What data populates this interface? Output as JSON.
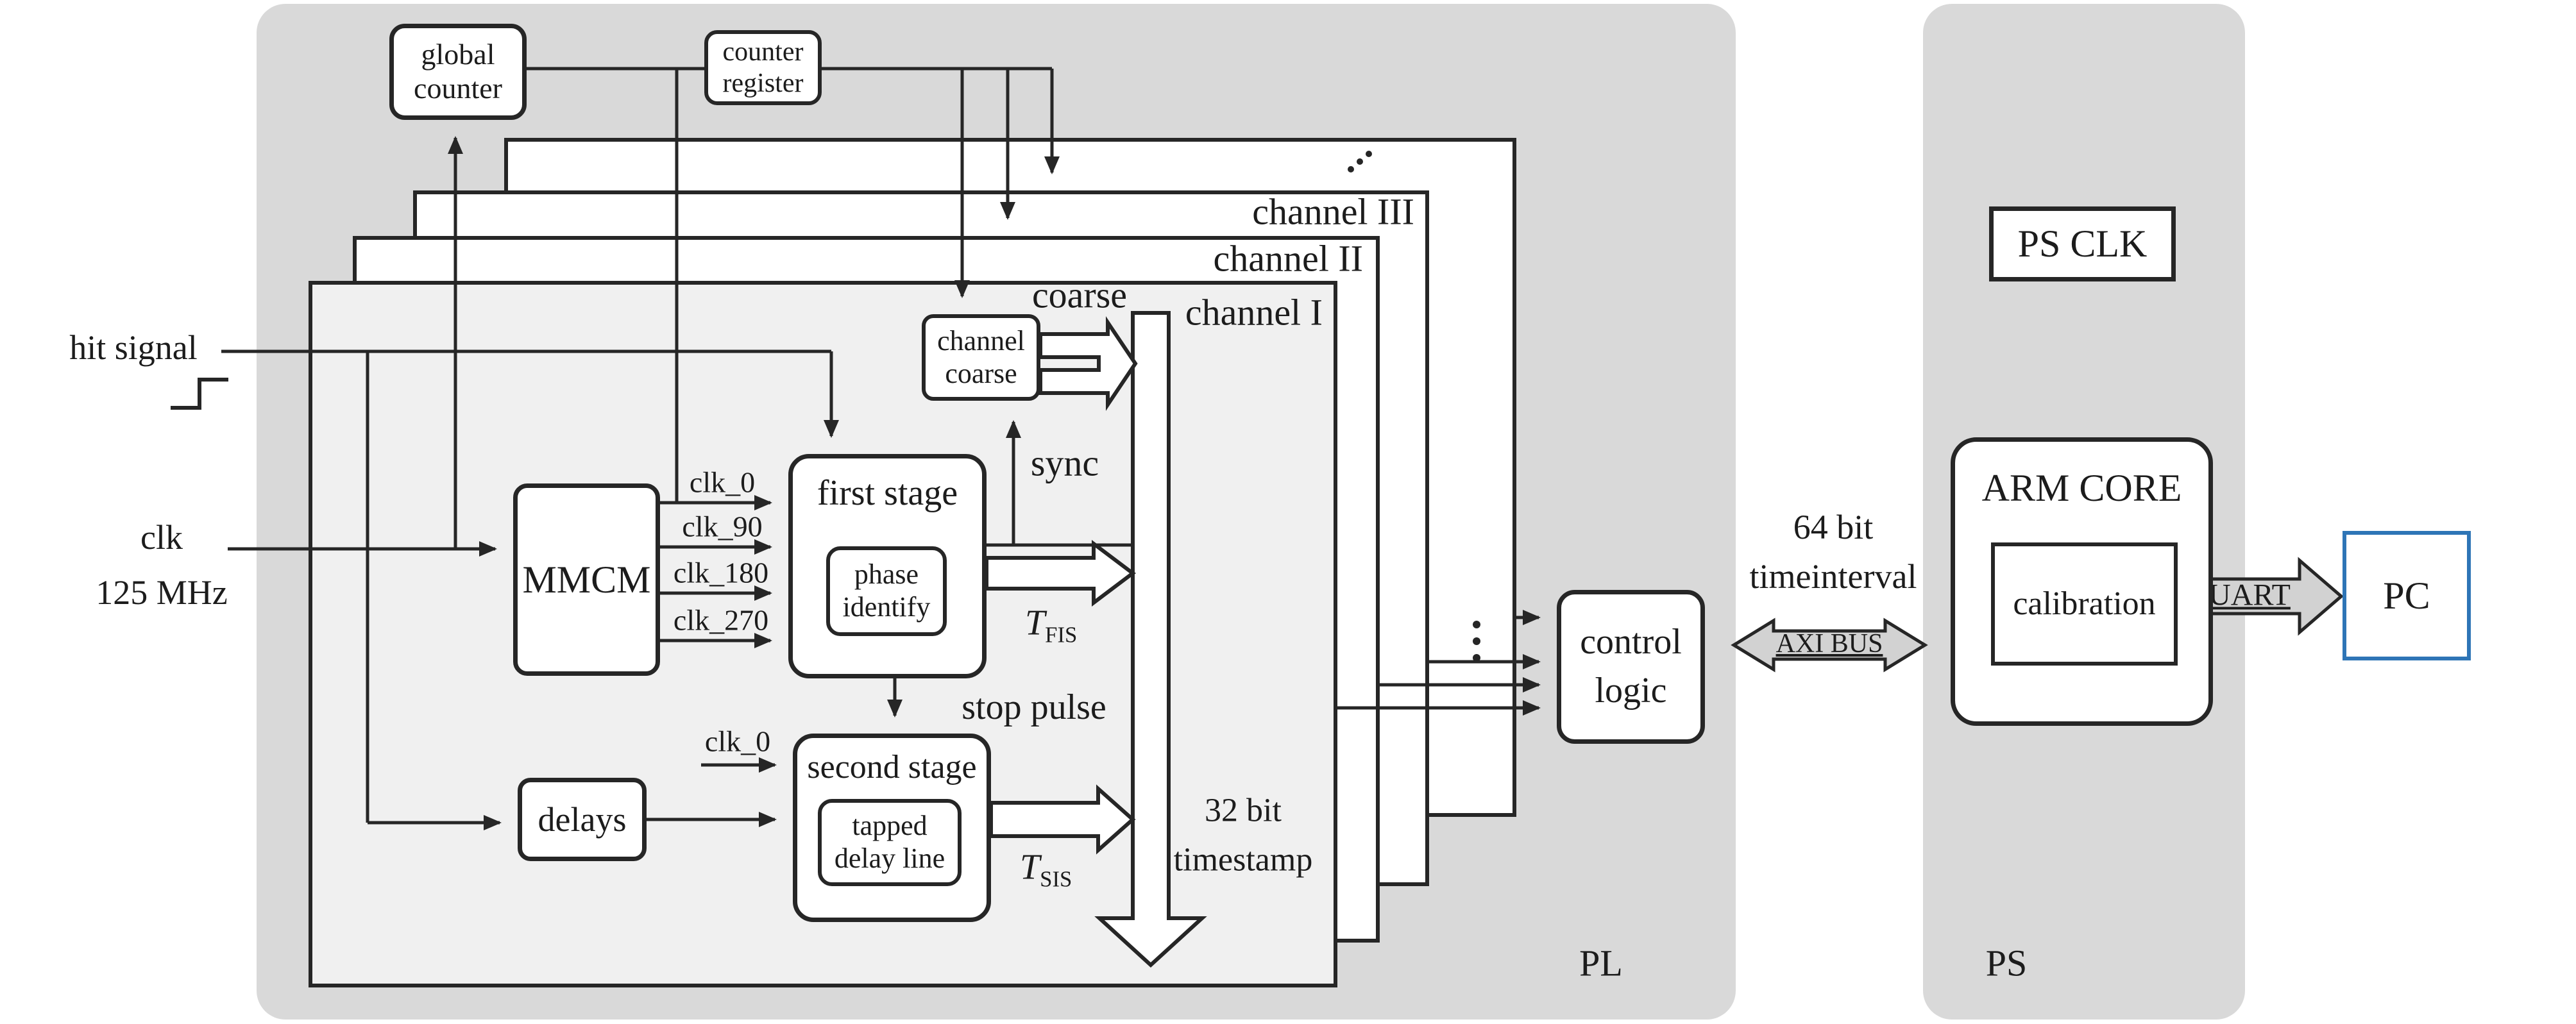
{
  "colors": {
    "region_fill": "#d9d9d9",
    "channel_front_fill": "#f0f0f0",
    "box_fill": "#ffffff",
    "line": "#262626",
    "block_arrow_fill": "#d2d2d2",
    "pc_border": "#2e75b6",
    "text": "#1c1c1c"
  },
  "external": {
    "hit_signal": "hit signal",
    "clk": "clk",
    "clk_freq": "125 MHz"
  },
  "top_boxes": {
    "global_counter": {
      "line1": "global",
      "line2": "counter"
    },
    "counter_register": {
      "line1": "counter",
      "line2": "register"
    }
  },
  "channels": [
    {
      "label": "channel I"
    },
    {
      "label": "channel II"
    },
    {
      "label": "channel III"
    }
  ],
  "channel_internals": {
    "mmcm": "MMCM",
    "first_stage": "first stage",
    "phase_identify": {
      "line1": "phase",
      "line2": "identify"
    },
    "channel_coarse": {
      "line1": "channel",
      "line2": "coarse"
    },
    "second_stage": "second stage",
    "tapped_delay_line": {
      "line1": "tapped",
      "line2": "delay line"
    },
    "delays": "delays"
  },
  "signals": {
    "clk_0": "clk_0",
    "clk_90": "clk_90",
    "clk_180": "clk_180",
    "clk_270": "clk_270",
    "clk_0_second": "clk_0",
    "coarse": "coarse",
    "sync": "sync",
    "stop_pulse": "stop pulse",
    "t_fis": {
      "base": "T",
      "sub": "FIS"
    },
    "t_sis": {
      "base": "T",
      "sub": "SIS"
    },
    "timestamp": {
      "line1": "32 bit",
      "line2": "timestamp"
    },
    "timeinterval": {
      "line1": "64 bit",
      "line2": "timeinterval"
    },
    "axi_bus": "AXI BUS",
    "uart": "UART"
  },
  "right_side": {
    "control_logic": {
      "line1": "control",
      "line2": "logic"
    },
    "ps_clk": "PS CLK",
    "arm_core": "ARM CORE",
    "calibration": "calibration",
    "pc": "PC"
  },
  "regions": {
    "pl": "PL",
    "ps": "PS"
  },
  "icons": {
    "rising_edge": "step-waveform",
    "more_channels": "diagonal-ellipsis",
    "more_inputs": "vertical-ellipsis"
  }
}
